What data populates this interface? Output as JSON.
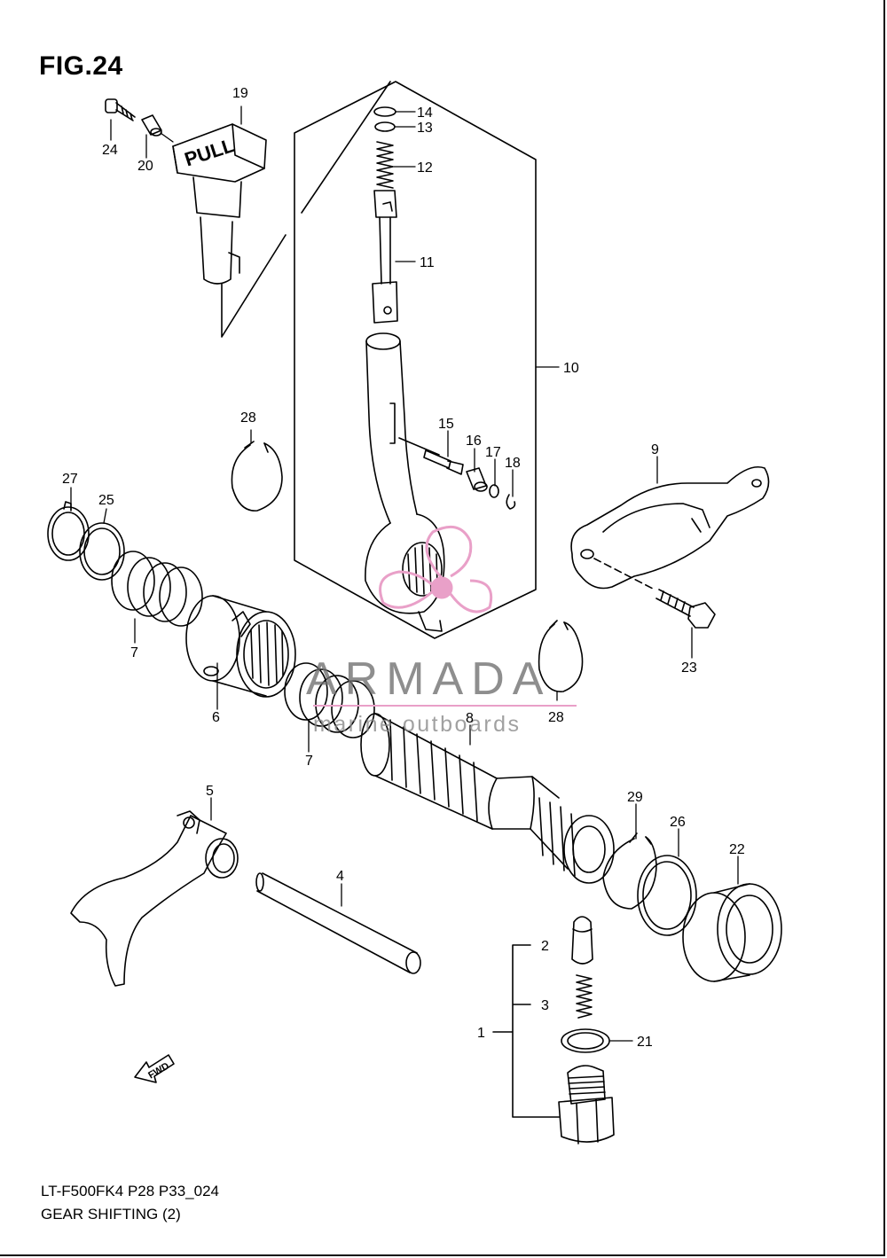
{
  "figure": {
    "title": "FIG.24"
  },
  "footer": {
    "model_code": "LT-F500FK4 P28 P33_024",
    "diagram_name": "GEAR SHIFTING (2)"
  },
  "knob_text": "PULL",
  "fwd_arrow_text": "FWD",
  "watermark": {
    "brand": "ARMADA",
    "tagline": "marine outboards",
    "brand_color": "#e9a0c8"
  },
  "callouts": [
    "19",
    "24",
    "20",
    "14",
    "13",
    "12",
    "11",
    "10",
    "15",
    "16",
    "17",
    "18",
    "28",
    "27",
    "25",
    "7",
    "6",
    "9",
    "23",
    "28",
    "8",
    "7",
    "5",
    "29",
    "26",
    "22",
    "4",
    "2",
    "3",
    "1",
    "21"
  ]
}
